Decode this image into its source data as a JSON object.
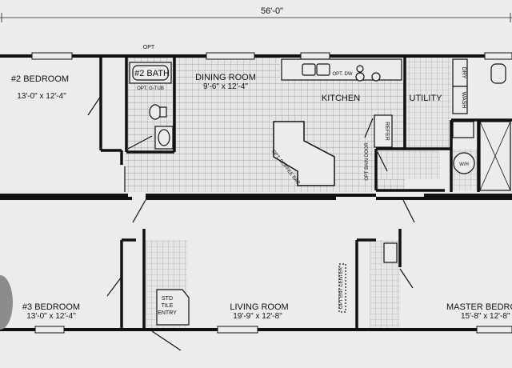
{
  "dimension": {
    "overall_width": "56'-0\""
  },
  "rooms": {
    "bedroom2": {
      "name": "#2 BEDROOM",
      "size": "13'-0\" x 12'-4\""
    },
    "bath2": {
      "name": "#2 BATH",
      "opt": "OPT",
      "tub": "OPT. G-TUB"
    },
    "dining": {
      "name": "DINING ROOM",
      "size": "9'-6\" x 12'-4\""
    },
    "kitchen": {
      "name": "KITCHEN",
      "dishwasher": "OPT. DW",
      "refer": "REFER",
      "pantry": "OPT BAIN DOOR",
      "coffee_bar": "OPT. COFFEE BAR"
    },
    "utility": {
      "name": "UTILITY",
      "dryer": "DRY",
      "washer": "WASH",
      "water_heater": "W/H"
    },
    "bedroom3": {
      "name": "#3 BEDROOM",
      "size": "13'-0\" x 12'-4\""
    },
    "entry": {
      "line1": "STD",
      "line2": "TILE",
      "line3": "ENTRY"
    },
    "living": {
      "name": "LIVING ROOM",
      "size": "19'-9\" x 12'-8\"",
      "ent_center": "OPT ENT CENTER"
    },
    "master": {
      "name": "MASTER BEDROOM",
      "size": "15'-8\" x 12'-8\""
    }
  },
  "colors": {
    "wall": "#111111",
    "background": "#ececec",
    "tile": "#e6e6e6",
    "grid": "#9a9a9a"
  }
}
